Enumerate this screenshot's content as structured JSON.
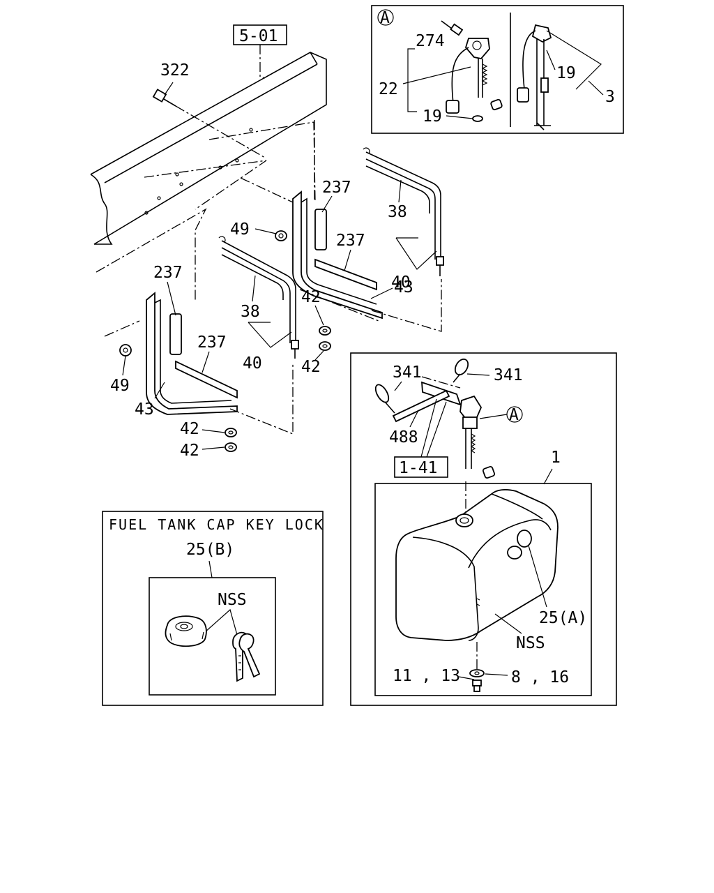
{
  "references": {
    "frame": "5-01",
    "tank_bracket": "1-41"
  },
  "detail_a": {
    "callout": "A",
    "labels": {
      "274": "274",
      "22": "22",
      "19_left": "19",
      "19_right": "19",
      "3": "3"
    }
  },
  "frame_labels": {
    "322": "322",
    "49_upper": "49",
    "49_lower": "49",
    "237_a": "237",
    "237_b": "237",
    "237_c": "237",
    "237_d": "237",
    "38_upper": "38",
    "38_lower": "38",
    "40_upper": "40",
    "40_lower": "40",
    "43_upper": "43",
    "43_lower": "43",
    "42_a": "42",
    "42_b": "42",
    "42_c": "42",
    "42_d": "42"
  },
  "key_lock": {
    "title": "FUEL TANK CAP KEY LOCK",
    "part": "25(B)",
    "nss": "NSS"
  },
  "tank": {
    "341_left": "341",
    "341_right": "341",
    "488": "488",
    "callout": "A",
    "1": "1",
    "25a": "25(A)",
    "nss": "NSS",
    "11_13": "11 , 13",
    "8_16": "8 , 16"
  }
}
